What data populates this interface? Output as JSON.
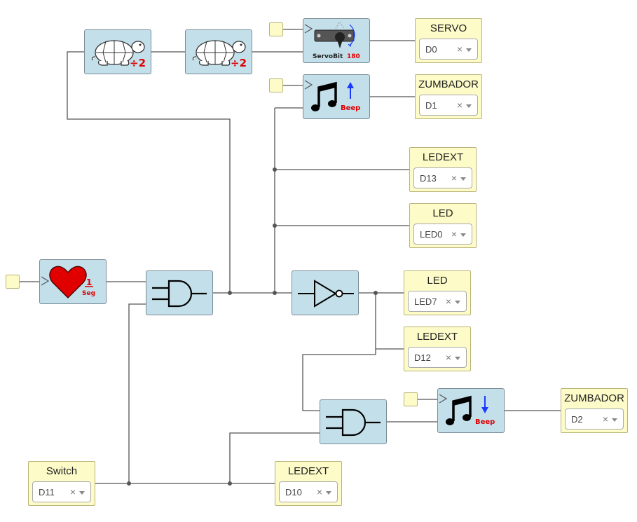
{
  "blocks": {
    "turtle1": {
      "label": "÷2"
    },
    "turtle2": {
      "label": "÷2"
    },
    "servo_block": {
      "name": "ServoBit",
      "angle": "180"
    },
    "beep_up": {
      "label": "Beep"
    },
    "beep_down": {
      "label": "Beep"
    },
    "heartbeat": {
      "value": "1",
      "unit": "Seg"
    }
  },
  "outputs": {
    "servo": {
      "title": "SERVO",
      "value": "D0"
    },
    "zumbador1": {
      "title": "ZUMBADOR",
      "value": "D1"
    },
    "ledext_d13": {
      "title": "LEDEXT",
      "value": "D13"
    },
    "led0": {
      "title": "LED",
      "value": "LED0"
    },
    "led7": {
      "title": "LED",
      "value": "LED7"
    },
    "ledext_d12": {
      "title": "LEDEXT",
      "value": "D12"
    },
    "zumbador2": {
      "title": "ZUMBADOR",
      "value": "D2"
    },
    "ledext_d10": {
      "title": "LEDEXT",
      "value": "D10"
    }
  },
  "inputs": {
    "switch": {
      "title": "Switch",
      "value": "D11"
    }
  },
  "select_clear_glyph": "×"
}
